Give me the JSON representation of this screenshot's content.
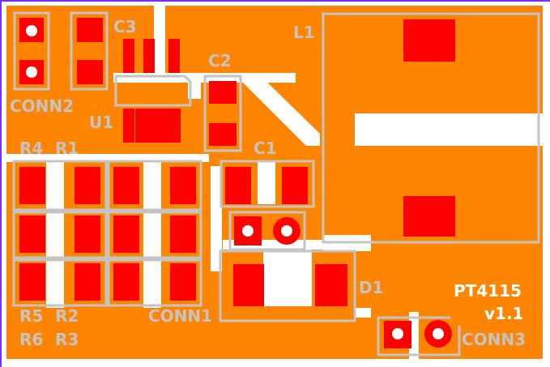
{
  "colors": {
    "copper": "#ff8400",
    "pad": "#ff0000",
    "board_gap": "#ffffff",
    "silkscreen": "#c4c4c4",
    "board_label_bg": "#ff8400",
    "board_label_text": "#ffffff",
    "frame": "#7b2cff"
  },
  "labels": {
    "c3": "C3",
    "l1": "L1",
    "c2": "C2",
    "conn2": "CONN2",
    "u1": "U1",
    "c1": "C1",
    "r4": "R4",
    "r1": "R1",
    "d1": "D1",
    "r5": "R5",
    "r2": "R2",
    "conn1": "CONN1",
    "r6": "R6",
    "r3": "R3",
    "conn3": "CONN3",
    "board_name": "PT4115",
    "board_version": "v1.1"
  }
}
